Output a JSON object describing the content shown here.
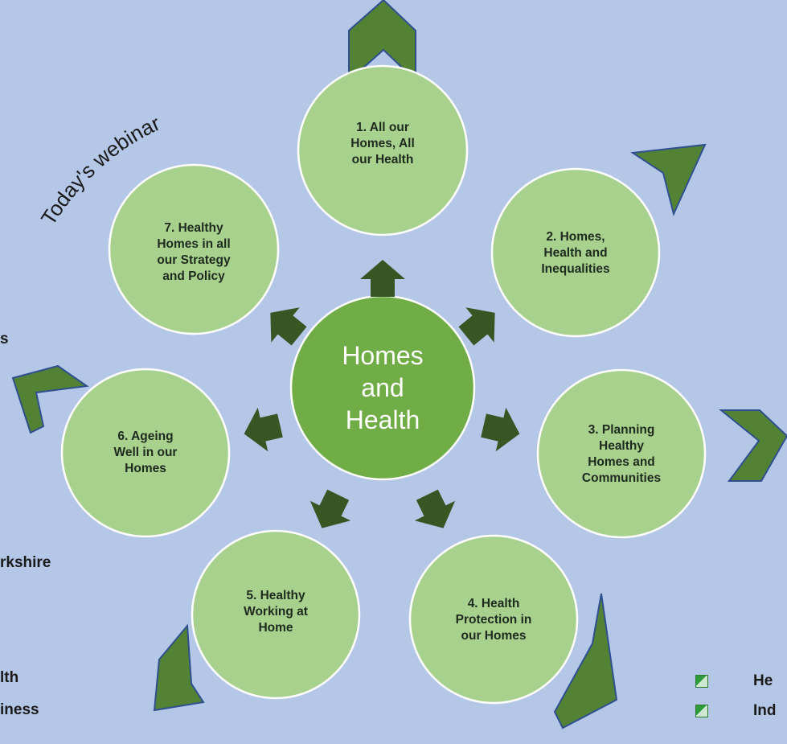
{
  "diagram": {
    "center": "Homes\nand\nHealth",
    "annotation": "Today's webinar",
    "items": [
      {
        "label": "1. All our\nHomes, All\nour Health"
      },
      {
        "label": "2. Homes,\nHealth and\nInequalities"
      },
      {
        "label": "3. Planning\nHealthy\nHomes and\nCommunities"
      },
      {
        "label": "4. Health\nProtection in\nour Homes"
      },
      {
        "label": "5. Healthy\nWorking at\nHome"
      },
      {
        "label": "6. Ageing\nWell in our\nHomes"
      },
      {
        "label": "7. Healthy\nHomes in all\nour Strategy\nand Policy"
      }
    ]
  },
  "left_fragments": [
    "s",
    "rkshire",
    "lth",
    "iness"
  ],
  "legend": [
    {
      "text": "He"
    },
    {
      "text": "Ind"
    }
  ],
  "colors": {
    "background": "#b4c7e7",
    "outer_circle": "#a9d18e",
    "center_circle": "#70ad47",
    "inner_arrow": "#375623",
    "chevron": "#548235"
  }
}
